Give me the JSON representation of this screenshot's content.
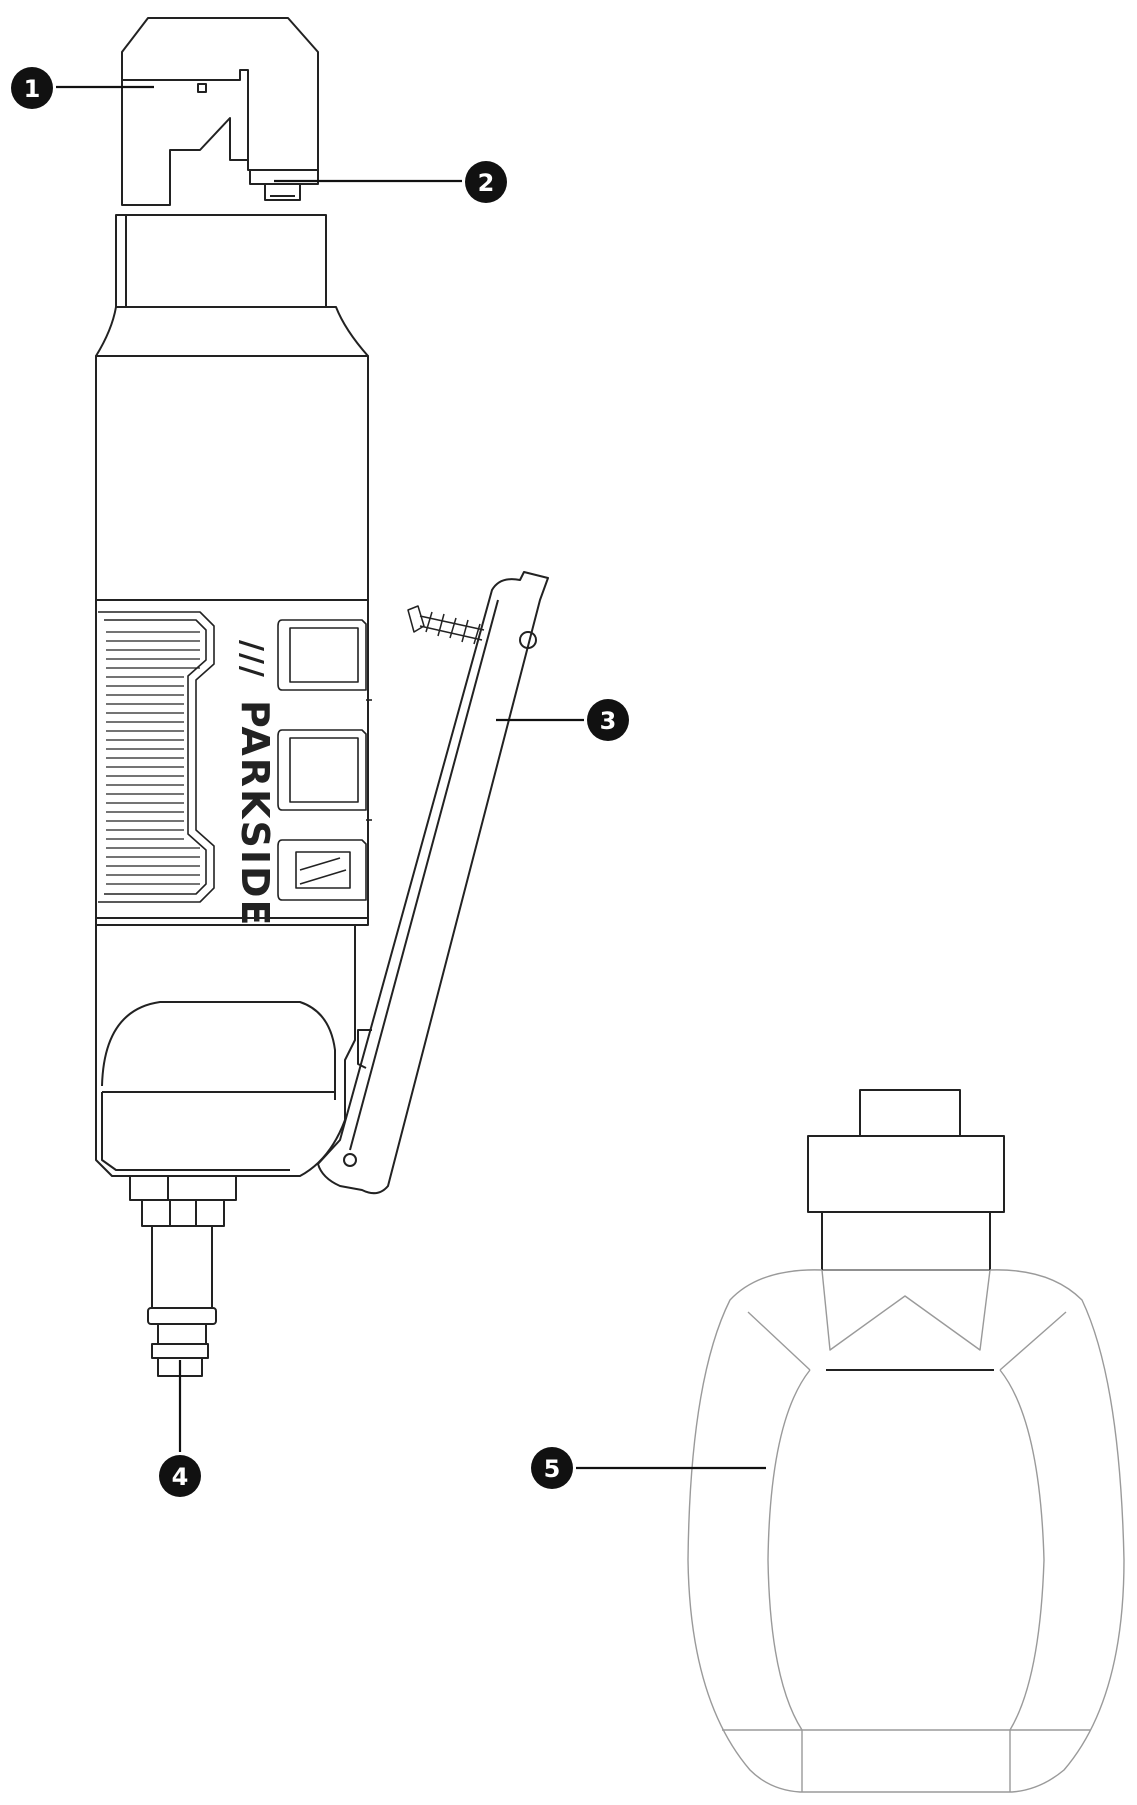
{
  "diagram": {
    "brand_text": "PARKSIDE",
    "brand_slashes": "///",
    "callouts": [
      {
        "id": "1",
        "label": "1"
      },
      {
        "id": "2",
        "label": "2"
      },
      {
        "id": "3",
        "label": "3"
      },
      {
        "id": "4",
        "label": "4"
      },
      {
        "id": "5",
        "label": "5"
      }
    ],
    "colors": {
      "line": "#222222",
      "light_line": "#9a9a9a",
      "callout_fill": "#111111",
      "background": "#ffffff"
    }
  }
}
